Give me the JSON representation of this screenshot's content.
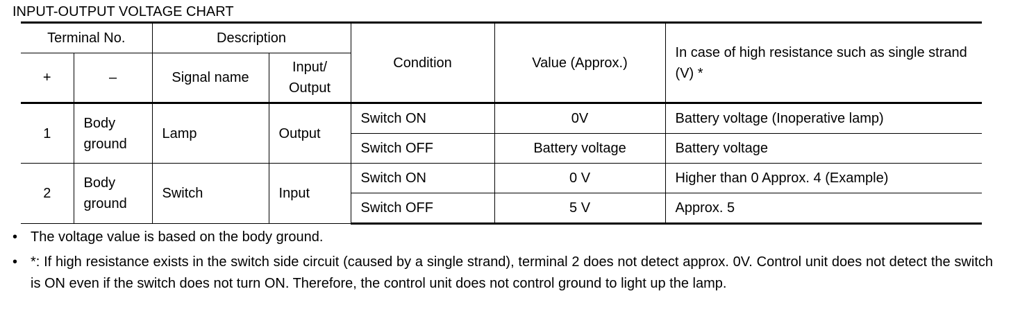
{
  "title": "INPUT-OUTPUT VOLTAGE CHART",
  "table": {
    "header": {
      "terminal_no": "Terminal No.",
      "description": "Description",
      "condition": "Condition",
      "value": "Value (Approx.)",
      "high_resistance": "In case of high resistance such as single strand (V) *",
      "plus": "+",
      "minus": "–",
      "signal_name": "Signal name",
      "io_line1": "Input/",
      "io_line2": "Output"
    },
    "rows": [
      {
        "terminal_plus": "1",
        "terminal_minus_line1": "Body",
        "terminal_minus_line2": "ground",
        "signal_name": "Lamp",
        "io": "Output",
        "states": [
          {
            "condition": "Switch ON",
            "value": "0V",
            "high_resistance": "Battery voltage (Inoperative lamp)"
          },
          {
            "condition": "Switch OFF",
            "value": "Battery voltage",
            "high_resistance": "Battery voltage"
          }
        ]
      },
      {
        "terminal_plus": "2",
        "terminal_minus_line1": "Body",
        "terminal_minus_line2": "ground",
        "signal_name": "Switch",
        "io": "Input",
        "states": [
          {
            "condition": "Switch ON",
            "value": "0 V",
            "high_resistance": "Higher than 0 Approx. 4 (Example)"
          },
          {
            "condition": "Switch OFF",
            "value": "5 V",
            "high_resistance": "Approx. 5"
          }
        ]
      }
    ]
  },
  "notes": {
    "bullet": "•",
    "items": [
      "The voltage value is based on the body ground.",
      "*: If high resistance exists in the switch side circuit (caused by a single strand), terminal 2 does not detect approx. 0V. Control unit does not detect the switch is ON even if the switch does not turn ON. Therefore, the control unit does not control ground to light up the lamp."
    ]
  }
}
